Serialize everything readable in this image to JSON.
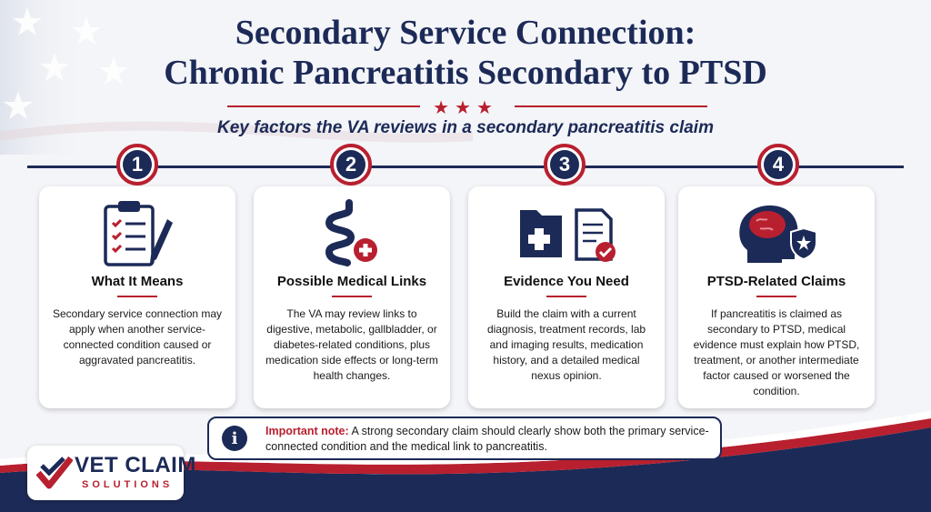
{
  "header": {
    "title_line1": "Secondary Service Connection:",
    "title_line2": "Chronic Pancreatitis Secondary to PTSD",
    "subtitle": "Key factors the VA reviews in a secondary pancreatitis claim"
  },
  "steps": [
    {
      "number": "1",
      "title": "What It Means",
      "icon": "clipboard-checklist-icon",
      "body": "Secondary service connection may apply when another service-connected condition caused or aggravated pancreatitis."
    },
    {
      "number": "2",
      "title": "Possible Medical Links",
      "icon": "intestine-medical-icon",
      "body": "The VA may review links to digestive, metabolic, gallbladder, or diabetes-related conditions, plus medication side effects or long-term health changes."
    },
    {
      "number": "3",
      "title": "Evidence You Need",
      "icon": "medical-folder-document-icon",
      "body": "Build the claim with a current diagnosis, treatment records, lab and imaging results, medication history, and a detailed medical nexus opinion."
    },
    {
      "number": "4",
      "title": "PTSD-Related Claims",
      "icon": "head-brain-shield-icon",
      "body": "If pancreatitis is claimed as secondary to PTSD, medical evidence must explain how PTSD, treatment, or another intermediate factor caused or worsened the condition."
    }
  ],
  "note": {
    "lead": "Important note:",
    "text": "A strong secondary claim should clearly show both the primary service-connected condition and the medical link to pancreatitis."
  },
  "logo": {
    "name": "VET CLAIM",
    "tagline": "SOLUTIONS"
  },
  "colors": {
    "navy": "#1c2a57",
    "red": "#b8202f"
  }
}
